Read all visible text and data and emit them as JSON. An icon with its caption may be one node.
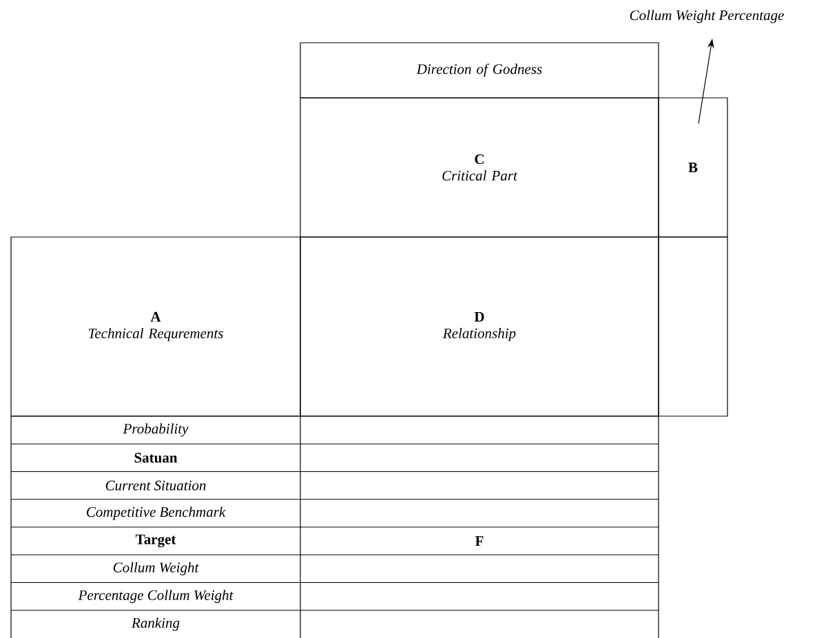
{
  "diagram": {
    "nodes": [
      {
        "text": [
          "Collum Weight Percentage"
        ]
      },
      {
        "text": [
          "Direction of Godness"
        ]
      },
      {
        "text": [
          "C",
          "Critical Part"
        ]
      },
      {
        "text": [
          "B"
        ]
      },
      {
        "text": [
          "A",
          "Technical Requrements"
        ]
      },
      {
        "text": [
          "D",
          "Relationship"
        ]
      },
      {
        "text": [],
        "shape": "box"
      }
    ],
    "edges": [
      {
        "from": 3,
        "to": 0,
        "arrow": "to"
      }
    ],
    "labels": [
      "Probability",
      "Satuan",
      "Current Situation",
      "Competitive Benchmark",
      "Target",
      "F",
      "Collum Weight",
      "Percentage Collum Weight",
      "Ranking"
    ]
  }
}
